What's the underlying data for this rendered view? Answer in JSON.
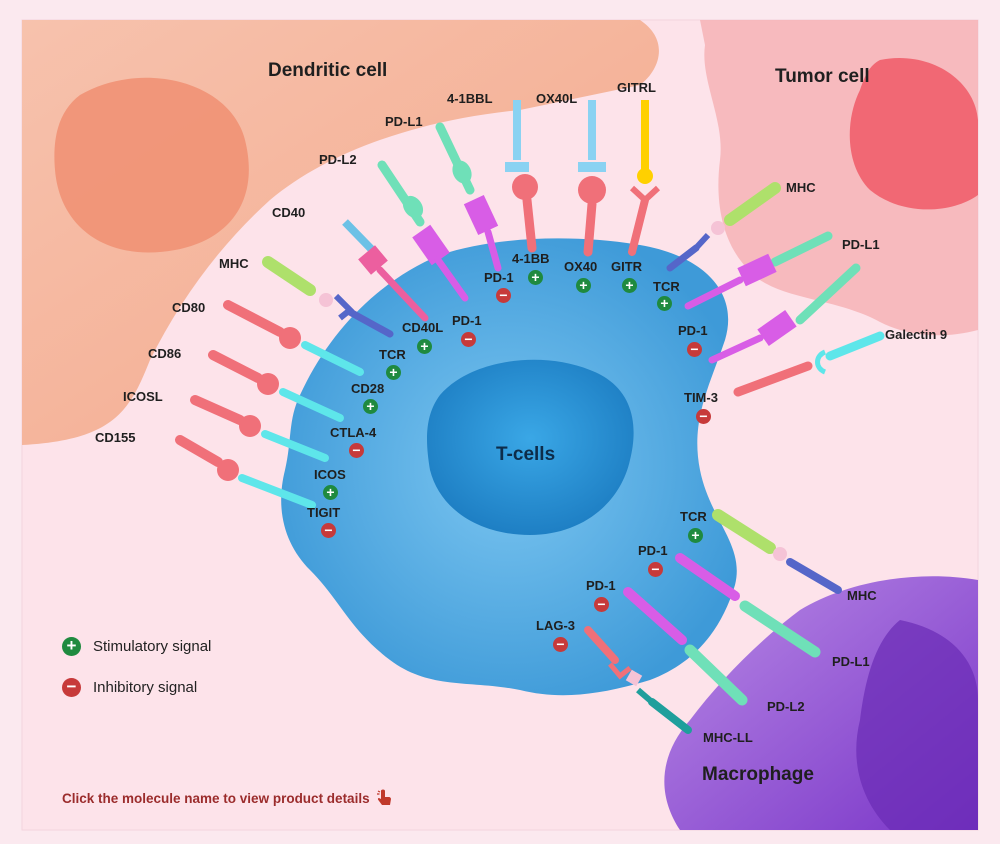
{
  "regions": {
    "dendritic": "Dendritic cell",
    "tumor": "Tumor cell",
    "macrophage": "Macrophage",
    "tcell": "T-cells"
  },
  "dendritic_ligands": [
    "PD-L2",
    "PD-L1",
    "4-1BBL",
    "OX40L",
    "GITRL",
    "CD40",
    "MHC",
    "CD80",
    "CD86",
    "ICOSL",
    "CD155"
  ],
  "tcell_receptors": [
    "PD-1",
    "4-1BB",
    "OX40",
    "GITR",
    "TCR",
    "CD40L",
    "PD-1",
    "TCR",
    "CD28",
    "CTLA-4",
    "ICOS",
    "TIGIT"
  ],
  "tumor_molecules": [
    "MHC",
    "PD-L1",
    "Galectin 9",
    "PD-1",
    "TIM-3"
  ],
  "macrophage_molecules": [
    "TCR",
    "PD-1",
    "PD-1",
    "LAG-3",
    "MHC",
    "PD-L1",
    "PD-L2",
    "MHC-LL"
  ],
  "legend": {
    "stimulatory": "Stimulatory signal",
    "inhibitory": "Inhibitory signal"
  },
  "hint": "Click the molecule name to view product details",
  "colors": {
    "stimulatory": "#1f8a3f",
    "inhibitory": "#c73a3a",
    "tcell": "#4aa8e0",
    "macrophage": "#8e44d4",
    "dendritic": "#f5b49a",
    "tumor": "#f4a7a7",
    "hint": "#9b2c2c"
  },
  "icons": {
    "stimulatory": "plus-icon",
    "inhibitory": "minus-icon",
    "hint": "pointing-hand-icon"
  }
}
